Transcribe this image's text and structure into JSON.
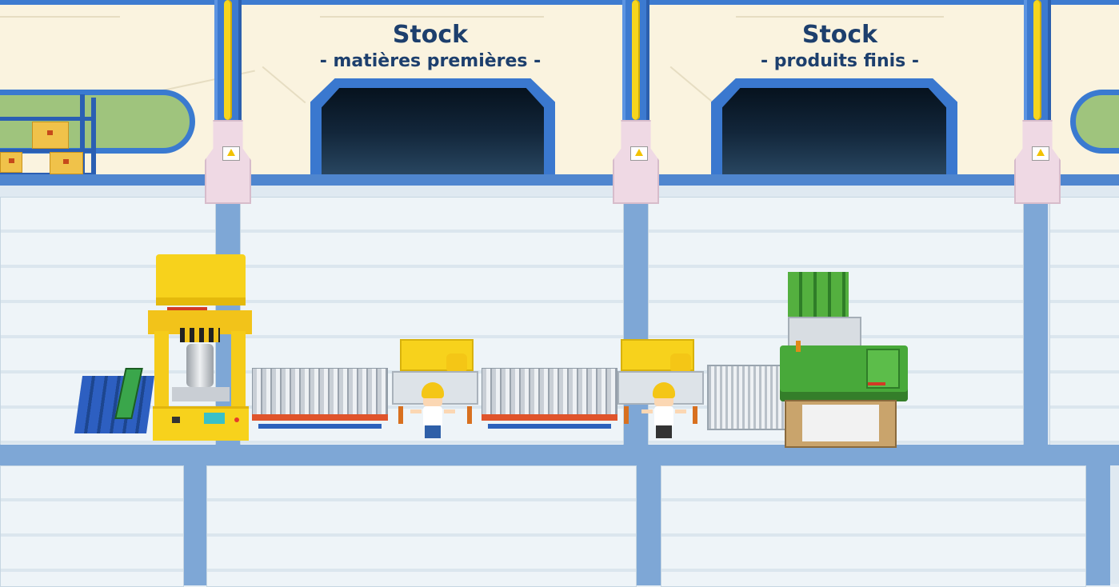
{
  "stocks": [
    {
      "title": "Stock",
      "subtitle": "- matières premières -"
    },
    {
      "title": "Stock",
      "subtitle": "- produits finis -"
    }
  ],
  "colors": {
    "wall": "#faf3df",
    "wall_trim": "#3d7bd0",
    "floor": "#e6eef4",
    "floor_lane": "#7ea7d6",
    "sign_text": "#1d3f6d",
    "press_yellow": "#f7d21c",
    "wrapper_green": "#48a93a",
    "conveyor_rail": "#e0542b"
  },
  "scene": {
    "pillars": [
      "pillar-left",
      "pillar-center",
      "pillar-right"
    ],
    "doors": [
      "raw-materials-door",
      "finished-products-door"
    ],
    "workers": [
      "worker-station-1",
      "worker-station-2"
    ],
    "machines": [
      "hydraulic-press",
      "conveyor-1",
      "workstation-1",
      "conveyor-2",
      "workstation-2",
      "wrapping-machine"
    ],
    "icons": {
      "warning": "warning-icon"
    }
  }
}
